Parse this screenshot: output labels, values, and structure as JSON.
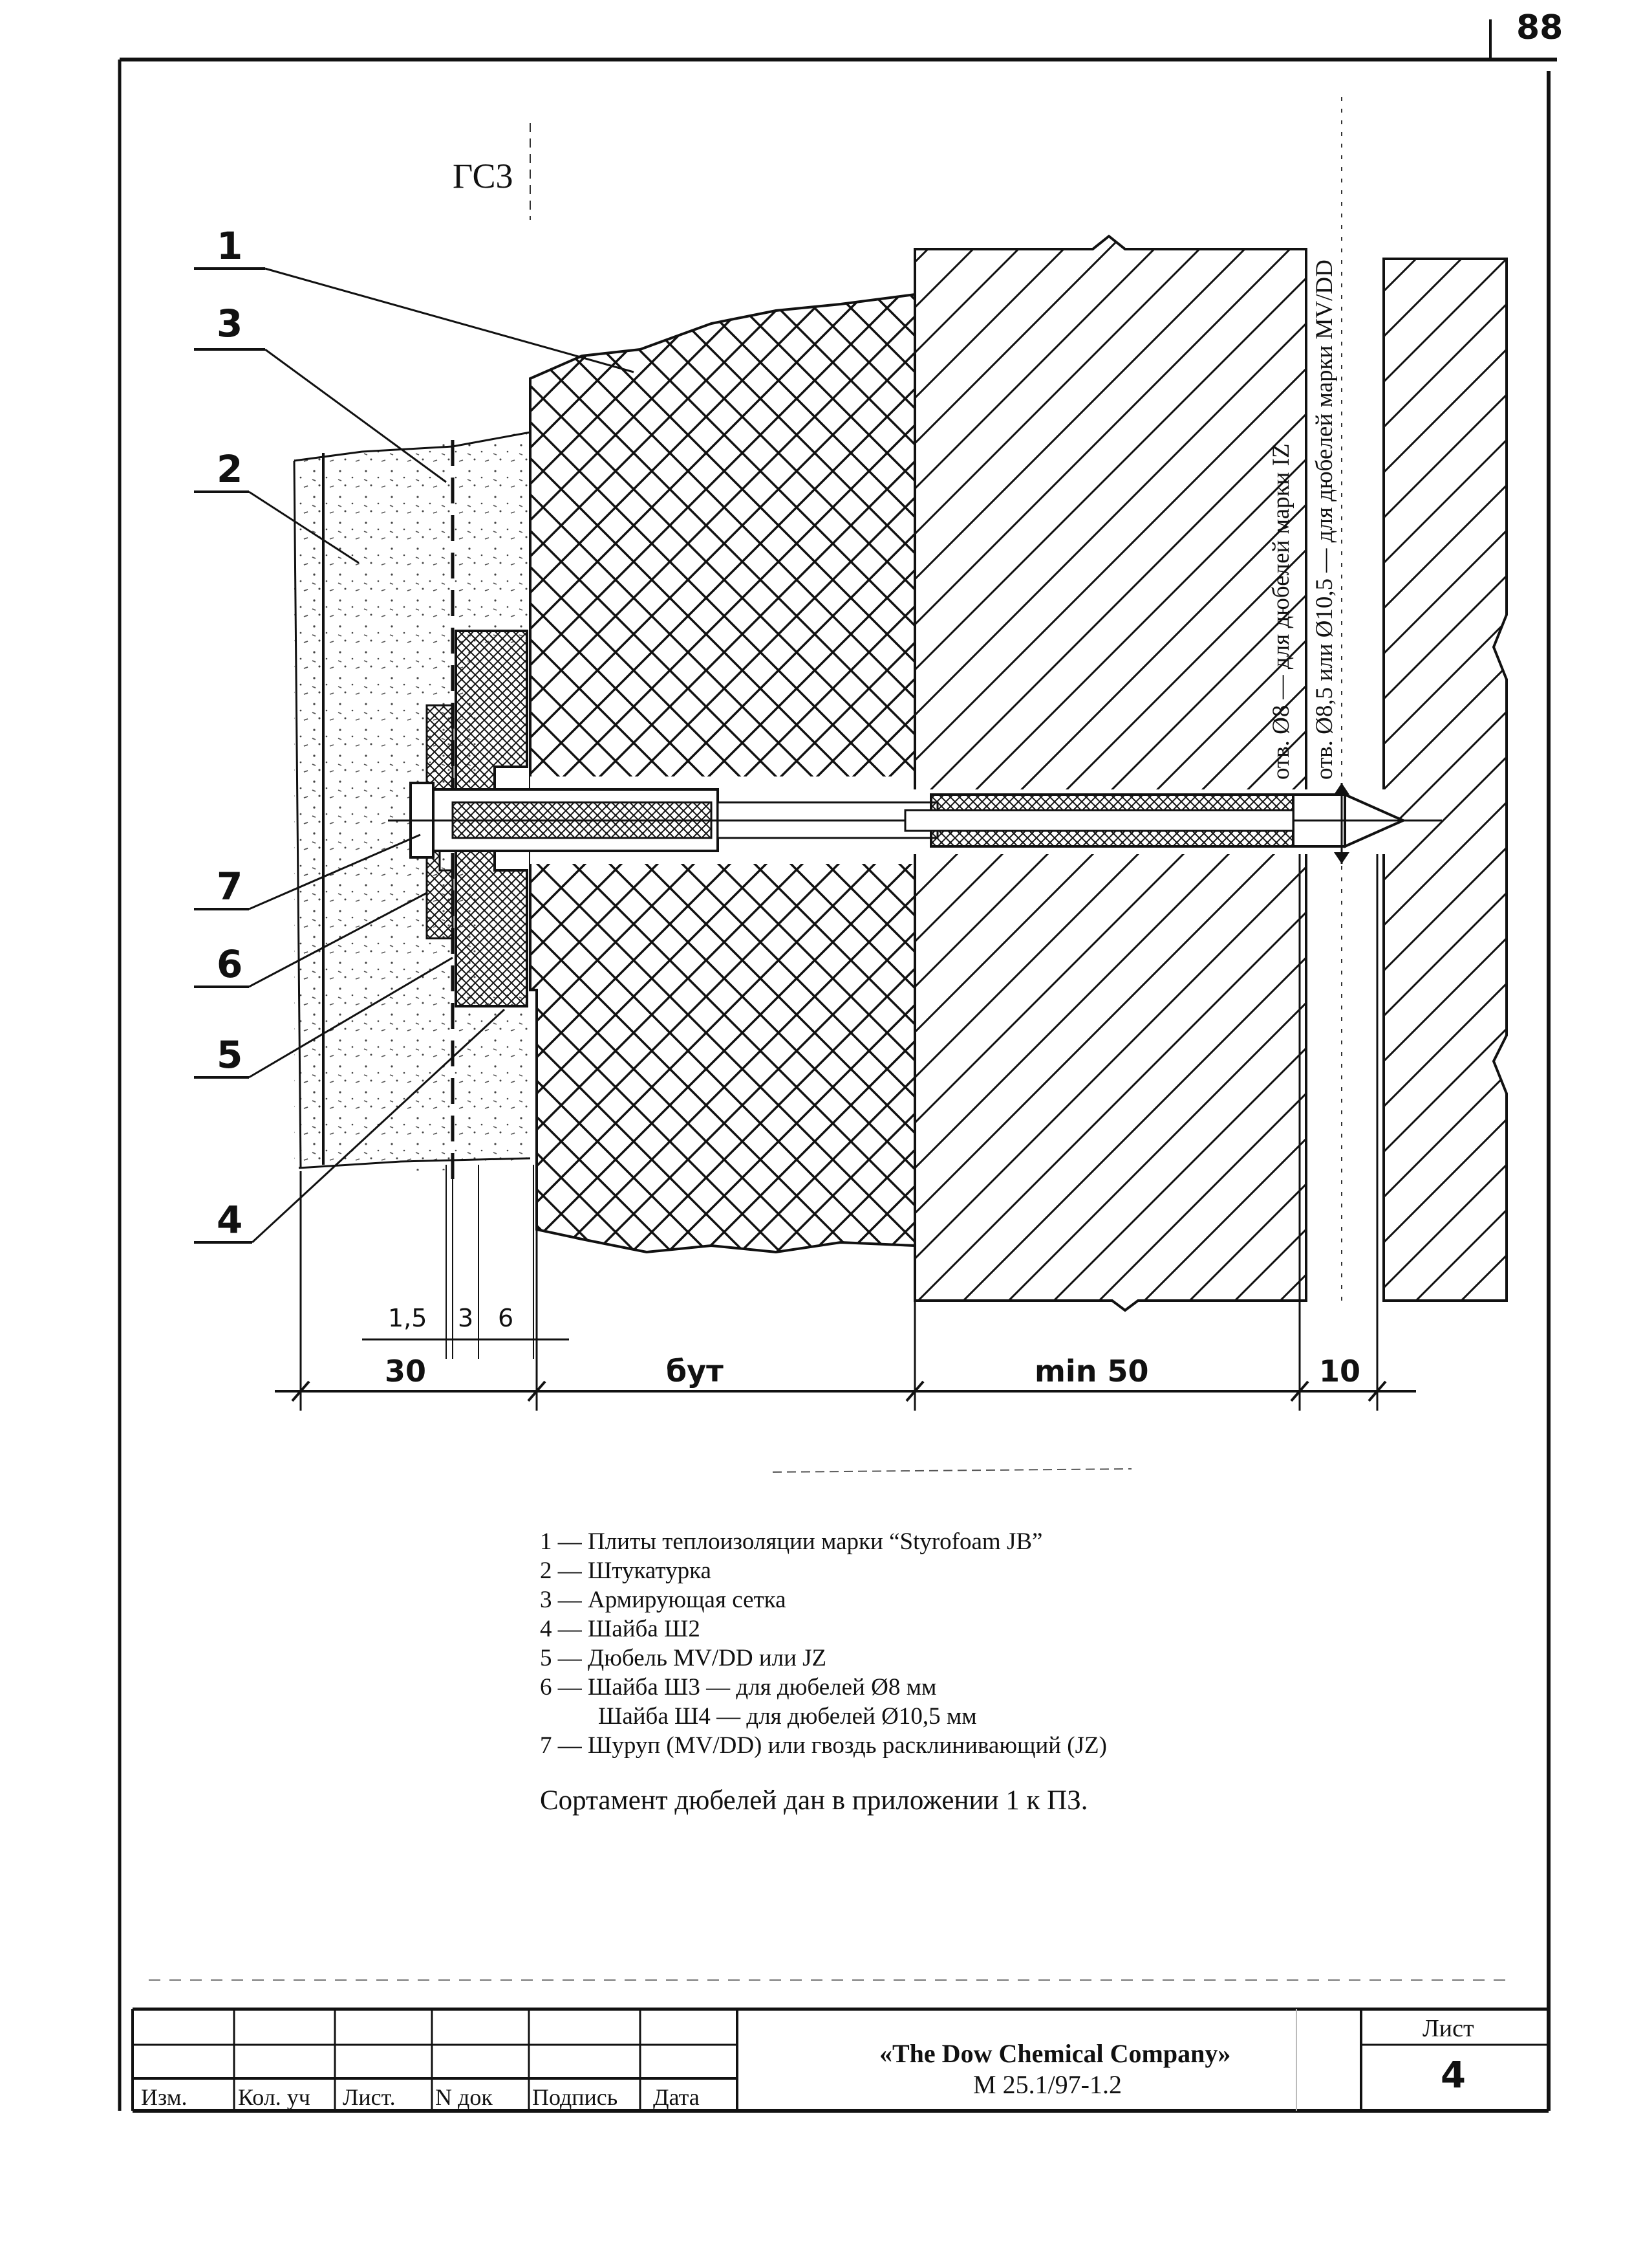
{
  "page_corner_number": "88",
  "title": "ГС3",
  "callouts": [
    "1",
    "3",
    "2",
    "7",
    "6",
    "5",
    "4"
  ],
  "hole_note": {
    "line1": "отв. Ø8 — для дюбелей марки IZ",
    "line2": "отв. Ø8,5 или Ø10,5 — для дюбелей марки MV/DD"
  },
  "dimensions": {
    "small": [
      "1,5",
      "3",
      "6"
    ],
    "main": [
      "30",
      "бут",
      "min 50",
      "10"
    ]
  },
  "legend": [
    "1 — Плиты теплоизоляции марки “Styrofoam JB”",
    "2 — Штукатурка",
    "3 — Армирующая сетка",
    "4 — Шайба Ш2",
    "5 — Дюбель MV/DD или JZ",
    "6 — Шайба Ш3 — для дюбелей Ø8 мм",
    "Шайба Ш4 — для дюбелей Ø10,5 мм",
    "7 — Шуруп (MV/DD) или гвоздь расклинивающий (JZ)"
  ],
  "note": "Сортамент дюбелей дан в приложении 1 к ПЗ.",
  "title_block": {
    "headers": [
      "Изм.",
      "Кол. уч",
      "Лист.",
      "N док",
      "Подпись",
      "Дата"
    ],
    "company": "«The Dow Chemical Company»",
    "code": "M 25.1/97-1.2",
    "sheet_label": "Лист",
    "sheet_number": "4"
  }
}
